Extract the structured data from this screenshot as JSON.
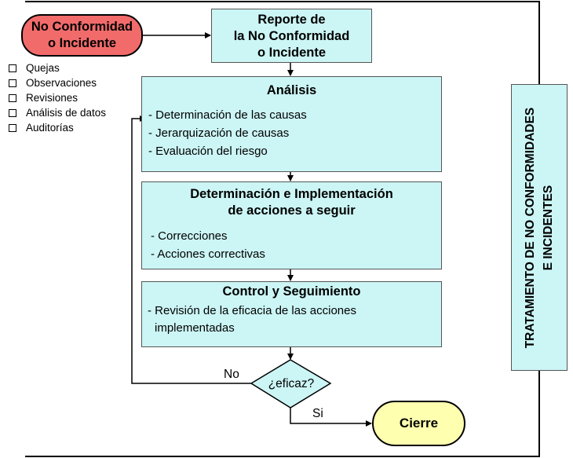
{
  "start_node": {
    "line1": "No Conformidad",
    "line2": "o Incidente"
  },
  "bullet_list": [
    "Quejas",
    "Observaciones",
    "Revisiones",
    "Análisis de datos",
    "Auditorías"
  ],
  "report_box": {
    "line1": "Reporte de",
    "line2": "la No Conformidad",
    "line3": "o Incidente"
  },
  "analysis_box": {
    "title": "Análisis",
    "items": [
      "- Determinación de las causas",
      "- Jerarquización de causas",
      "- Evaluación del riesgo"
    ]
  },
  "actions_box": {
    "title_line1": "Determinación e Implementación",
    "title_line2": "de acciones a seguir",
    "items": [
      "- Correcciones",
      "- Acciones correctivas"
    ]
  },
  "control_box": {
    "title": "Control y Seguimiento",
    "item_line1": "- Revisión de la eficacia de las acciones",
    "item_line2": "implementadas"
  },
  "decision": {
    "text": "¿eficaz?",
    "no_label": "No",
    "yes_label": "Si"
  },
  "end_node": {
    "label": "Cierre"
  },
  "side_label": {
    "line1": "TRATAMIENTO DE NO CONFORMIDADES",
    "line2": "E INCIDENTES"
  },
  "colors": {
    "start_fill": "#f26b6b",
    "box_fill": "#ccf5f5",
    "end_fill": "#ffffb0"
  }
}
